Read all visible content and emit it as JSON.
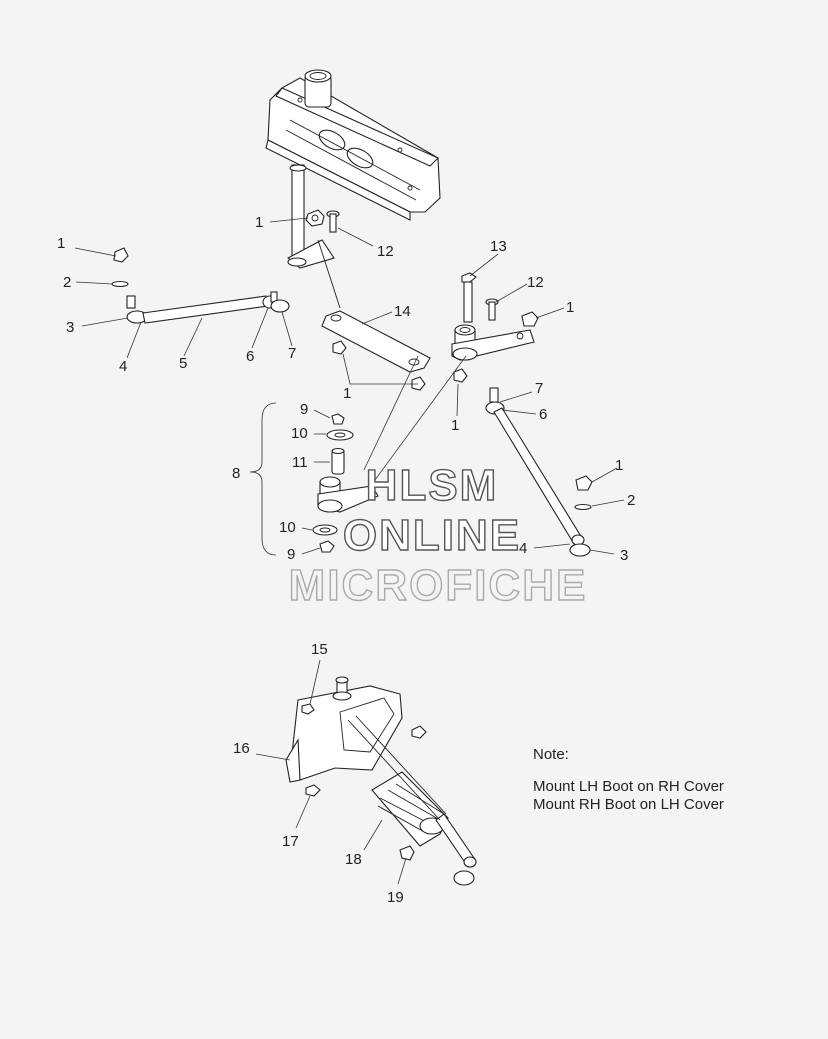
{
  "callouts": [
    {
      "id": "c1a",
      "label": "1"
    },
    {
      "id": "c1b",
      "label": "1"
    },
    {
      "id": "c1c",
      "label": "1"
    },
    {
      "id": "c1d",
      "label": "1"
    },
    {
      "id": "c1e",
      "label": "1"
    },
    {
      "id": "c1f",
      "label": "1"
    },
    {
      "id": "c2a",
      "label": "2"
    },
    {
      "id": "c2b",
      "label": "2"
    },
    {
      "id": "c3a",
      "label": "3"
    },
    {
      "id": "c3b",
      "label": "3"
    },
    {
      "id": "c4a",
      "label": "4"
    },
    {
      "id": "c4b",
      "label": "4"
    },
    {
      "id": "c5",
      "label": "5"
    },
    {
      "id": "c6a",
      "label": "6"
    },
    {
      "id": "c6b",
      "label": "6"
    },
    {
      "id": "c7a",
      "label": "7"
    },
    {
      "id": "c7b",
      "label": "7"
    },
    {
      "id": "c8",
      "label": "8"
    },
    {
      "id": "c9a",
      "label": "9"
    },
    {
      "id": "c9b",
      "label": "9"
    },
    {
      "id": "c10a",
      "label": "10"
    },
    {
      "id": "c10b",
      "label": "10"
    },
    {
      "id": "c11",
      "label": "11"
    },
    {
      "id": "c12a",
      "label": "12"
    },
    {
      "id": "c12b",
      "label": "12"
    },
    {
      "id": "c13",
      "label": "13"
    },
    {
      "id": "c14",
      "label": "14"
    },
    {
      "id": "c15",
      "label": "15"
    },
    {
      "id": "c16",
      "label": "16"
    },
    {
      "id": "c17",
      "label": "17"
    },
    {
      "id": "c18",
      "label": "18"
    },
    {
      "id": "c19",
      "label": "19"
    }
  ],
  "watermark": {
    "line1": "HLSM",
    "line2": "ONLINE",
    "line3": "MICROFICHE"
  },
  "note": {
    "heading": "Note:",
    "line1": "Mount LH Boot on RH Cover",
    "line2": "Mount RH Boot on LH Cover"
  }
}
